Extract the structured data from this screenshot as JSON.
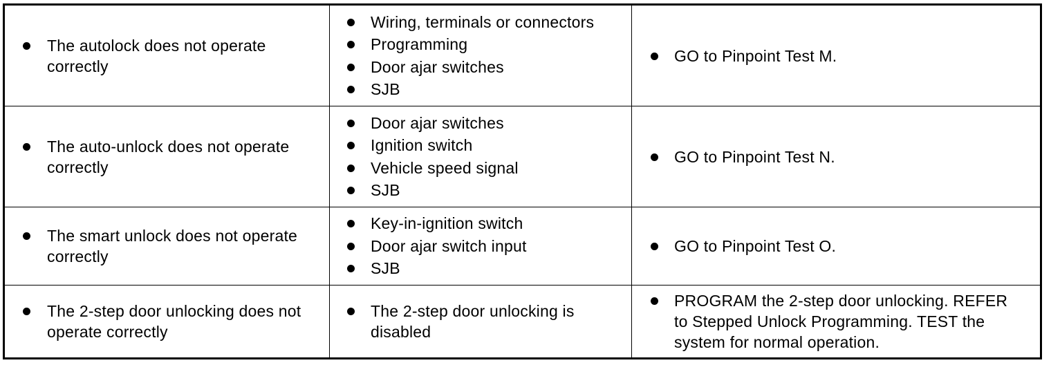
{
  "rows": [
    {
      "symptom": [
        "The autolock does not operate",
        "correctly"
      ],
      "causes": [
        "Wiring, terminals or connectors",
        "Programming",
        "Door ajar switches",
        "SJB"
      ],
      "action": [
        "GO to Pinpoint Test M."
      ]
    },
    {
      "symptom": [
        "The auto-unlock does not operate",
        "correctly"
      ],
      "causes": [
        "Door ajar switches",
        "Ignition switch",
        "Vehicle speed signal",
        "SJB"
      ],
      "action": [
        "GO to Pinpoint Test N."
      ]
    },
    {
      "symptom": [
        "The smart unlock does not operate",
        "correctly"
      ],
      "causes": [
        "Key-in-ignition switch",
        "Door ajar switch input",
        "SJB"
      ],
      "action": [
        "GO to Pinpoint Test O."
      ]
    },
    {
      "symptom": [
        "The 2-step door unlocking does not",
        "operate correctly"
      ],
      "causes": [
        "The 2-step door unlocking is",
        "disabled"
      ],
      "action": [
        "PROGRAM the 2-step door unlocking. REFER",
        "to Stepped Unlock Programming. TEST the",
        "system for normal operation."
      ]
    }
  ]
}
